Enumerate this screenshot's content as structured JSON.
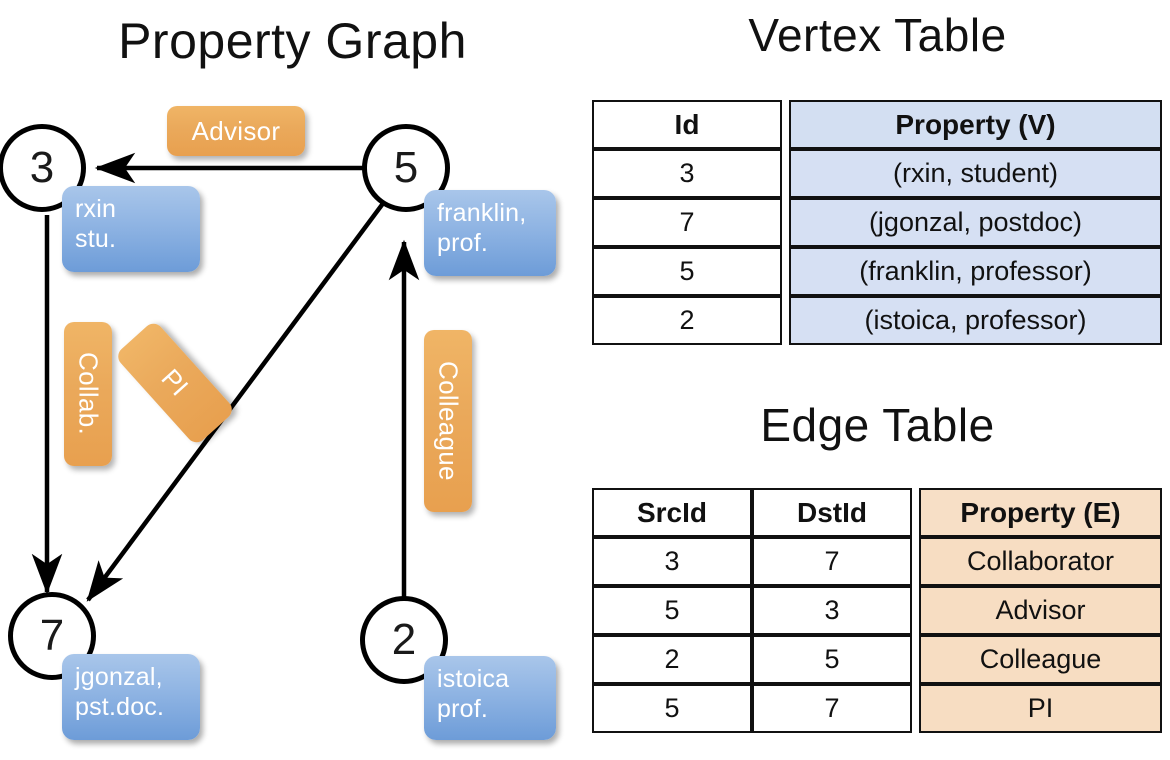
{
  "titles": {
    "graph": "Property Graph",
    "vertex_table": "Vertex Table",
    "edge_table": "Edge Table"
  },
  "graph": {
    "nodes": [
      {
        "id": "3",
        "property_line1": "rxin",
        "property_line2": "stu."
      },
      {
        "id": "5",
        "property_line1": "franklin,",
        "property_line2": "prof."
      },
      {
        "id": "7",
        "property_line1": "jgonzal,",
        "property_line2": "pst.doc."
      },
      {
        "id": "2",
        "property_line1": "istoica",
        "property_line2": "prof."
      }
    ],
    "edge_labels": [
      {
        "name": "advisor-label",
        "text": "Advisor"
      },
      {
        "name": "collab-label",
        "text": "Collab."
      },
      {
        "name": "pi-label",
        "text": "PI"
      },
      {
        "name": "colleague-label",
        "text": "Colleague"
      }
    ]
  },
  "vertex_table": {
    "headers": [
      "Id",
      "Property (V)"
    ],
    "rows": [
      {
        "id": "3",
        "property": "(rxin, student)"
      },
      {
        "id": "7",
        "property": "(jgonzal, postdoc)"
      },
      {
        "id": "5",
        "property": "(franklin, professor)"
      },
      {
        "id": "2",
        "property": "(istoica, professor)"
      }
    ]
  },
  "edge_table": {
    "headers": [
      "SrcId",
      "DstId",
      "Property (E)"
    ],
    "rows": [
      {
        "src": "3",
        "dst": "7",
        "property": "Collaborator"
      },
      {
        "src": "5",
        "dst": "3",
        "property": "Advisor"
      },
      {
        "src": "2",
        "dst": "5",
        "property": "Colleague"
      },
      {
        "src": "5",
        "dst": "7",
        "property": "PI"
      }
    ]
  },
  "colors": {
    "vertex_fill": "#d6e0f3",
    "edge_fill": "#f7ddc2",
    "node_box_blue": "#8fb4e3",
    "edge_label_orange": "#eaa95b",
    "stroke": "#111111",
    "background": "#ffffff"
  }
}
